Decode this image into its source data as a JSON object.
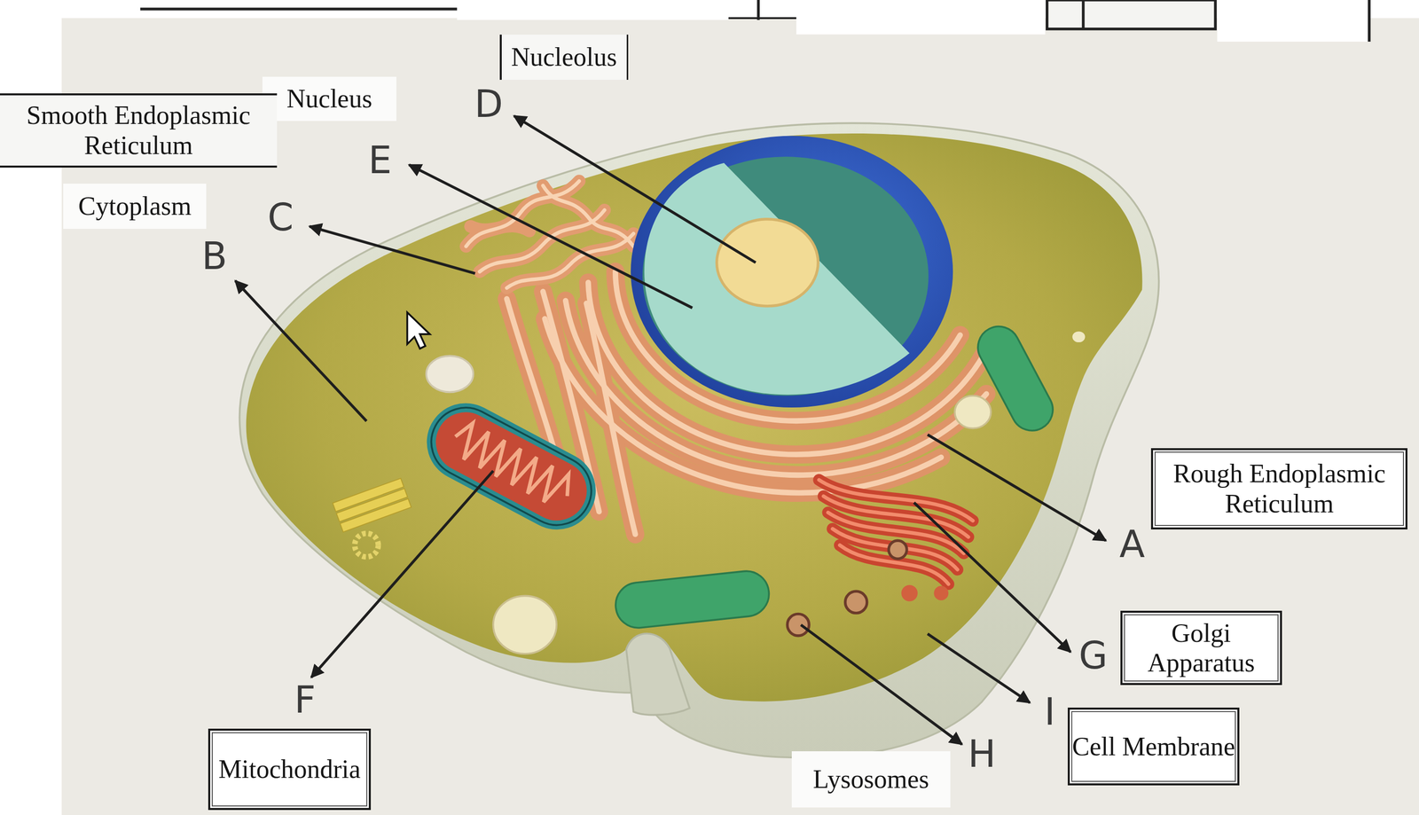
{
  "diagram": {
    "nodes": [
      {
        "text": [
          "Nucleolus"
        ]
      },
      {
        "text": [
          "Nucleus"
        ]
      },
      {
        "text": [
          "Smooth Endoplasmic Reticulum"
        ]
      },
      {
        "text": [
          "Cytoplasm"
        ]
      },
      {
        "text": [
          "Rough Endoplasmic Reticulum"
        ]
      },
      {
        "text": [
          "Golgi Apparatus"
        ]
      },
      {
        "text": [
          "Cell Membrane"
        ]
      },
      {
        "text": [
          "Mitochondria"
        ]
      },
      {
        "text": [
          "Lysosomes"
        ]
      }
    ],
    "labels": [
      "D",
      "E",
      "C",
      "B",
      "A",
      "G",
      "F",
      "I",
      "H"
    ]
  }
}
